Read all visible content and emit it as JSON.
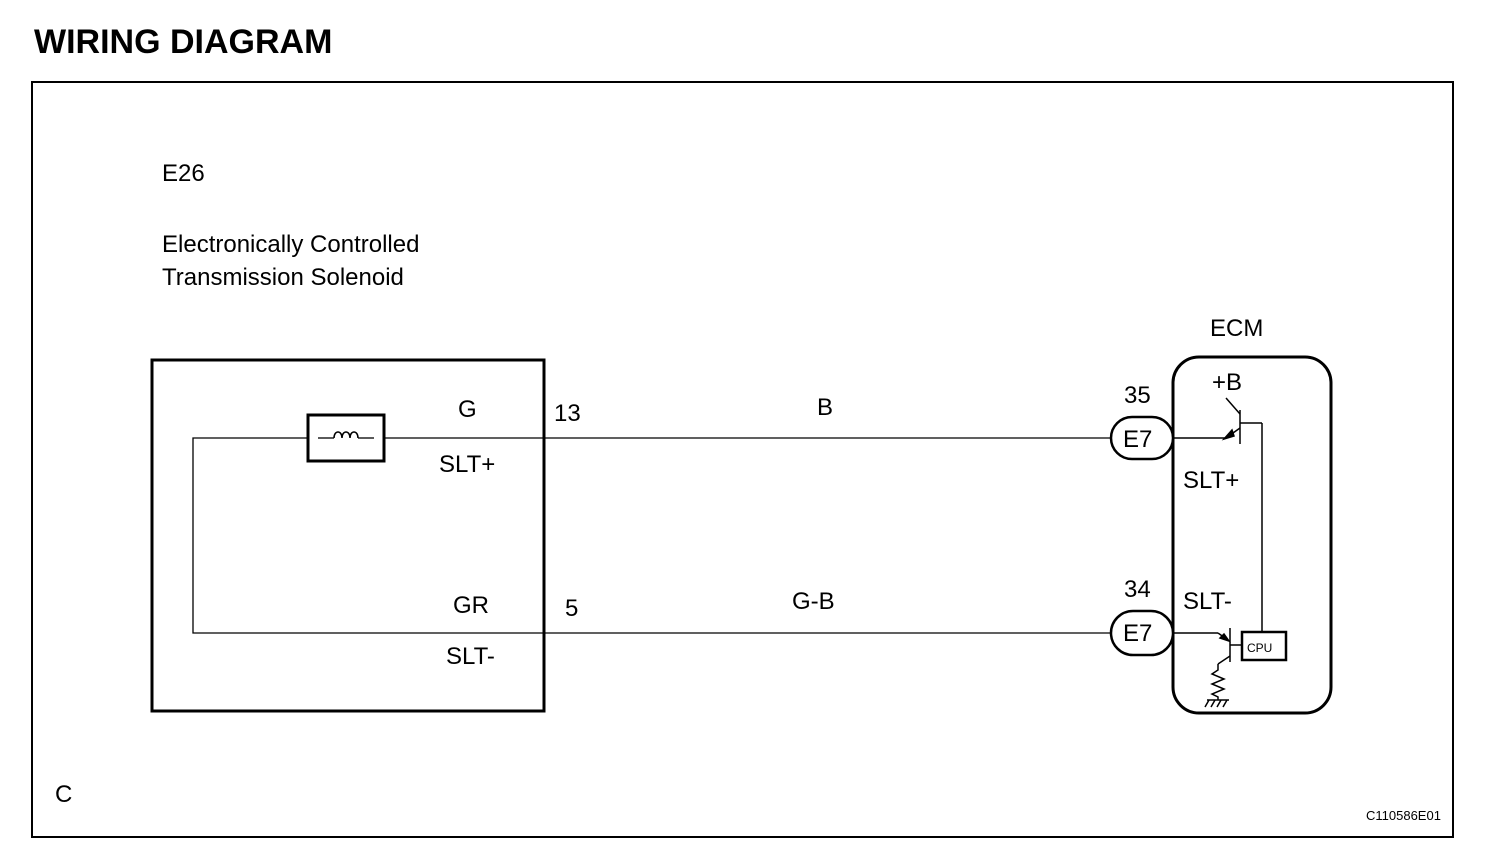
{
  "header": {
    "title": "WIRING DIAGRAM"
  },
  "solenoid": {
    "code": "E26",
    "name_line1": "Electronically Controlled",
    "name_line2": "Transmission Solenoid",
    "pin_top_color": "G",
    "pin_top_signal": "SLT+",
    "pin_top_number": "13",
    "pin_bottom_color": "GR",
    "pin_bottom_signal": "SLT-",
    "pin_bottom_number": "5"
  },
  "wires": {
    "top_color": "B",
    "bottom_color": "G-B"
  },
  "ecm": {
    "name": "ECM",
    "power_label": "+B",
    "top_pin_number": "35",
    "top_connector": "E7",
    "top_signal": "SLT+",
    "bottom_pin_number": "34",
    "bottom_connector": "E7",
    "bottom_signal": "SLT-",
    "cpu_label": "CPU"
  },
  "footer": {
    "corner_letter": "C",
    "figure_id": "C110586E01"
  }
}
